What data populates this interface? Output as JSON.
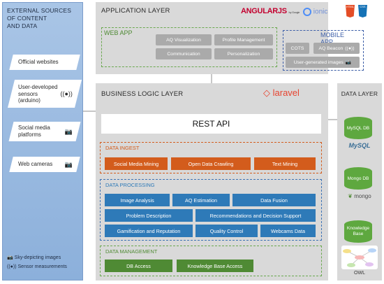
{
  "external": {
    "title_line1": "EXTERNAL SOURCES",
    "title_line2": "OF CONTENT",
    "title_line3": "AND DATA",
    "sources": [
      {
        "label": "Official websites",
        "icon": ""
      },
      {
        "label_line1": "User-developed",
        "label_line2": "sensors",
        "label_line3": "(arduino)",
        "icon": "sensor-icon"
      },
      {
        "label_line1": "Social media",
        "label_line2": "platforms",
        "icon": "camera-icon"
      },
      {
        "label": "Web cameras",
        "icon": "camera-icon"
      }
    ],
    "legend": [
      {
        "label": "Sky-depicting images",
        "icon": "camera-icon"
      },
      {
        "label": "Sensor measurements",
        "icon": "sensor-icon"
      }
    ]
  },
  "application": {
    "title": "APPLICATION LAYER",
    "logo_angular": "ANGULARJS",
    "logo_angular_sub": "by Google",
    "logo_ionic": "ionic",
    "logo_html": "HTML",
    "logo_css": "CSS",
    "web_app": {
      "title": "WEB APP",
      "items": [
        "AQ Visualization",
        "Profile Management",
        "Communication",
        "Personalization"
      ]
    },
    "mobile_app": {
      "title": "MOBILE APP",
      "items": [
        "COTS",
        "AQ Beacon",
        "User-generated images"
      ]
    }
  },
  "business": {
    "title": "BUSINESS LOGIC LAYER",
    "logo": "laravel",
    "rest_api": "REST API",
    "ingest": {
      "title": "DATA INGEST",
      "items": [
        "Social Media Mining",
        "Open Data Crawling",
        "Text Mining"
      ]
    },
    "processing": {
      "title": "DATA PROCESSING",
      "row1": [
        "Image Analysis",
        "AQ Estimation",
        "Data Fusion"
      ],
      "row2": [
        "Problem Description",
        "Recommendations and Decision Support"
      ],
      "row3": [
        "Gamification and Reputation",
        "Quality Control",
        "Webcams Data"
      ]
    },
    "management": {
      "title": "DATA MANAGEMENT",
      "items": [
        "DB Access",
        "Knowledge Base Access"
      ]
    }
  },
  "data_layer": {
    "title": "DATA LAYER",
    "mysql": "MySQL DB",
    "mysql_logo": "MySQL",
    "mongo": "Mongo DB",
    "mongo_logo": "mongo",
    "kb_line1": "Knowledge",
    "kb_line2": "Base",
    "owl": "OWL"
  },
  "colors": {
    "panel_gray": "#d9d9d9",
    "external_blue": "#8fb3de",
    "ingest_orange": "#d35c1c",
    "processing_blue": "#2e7ab8",
    "management_green": "#4f8a34",
    "webapp_border": "#6aa84f",
    "mobile_border": "#3d5fa8"
  }
}
